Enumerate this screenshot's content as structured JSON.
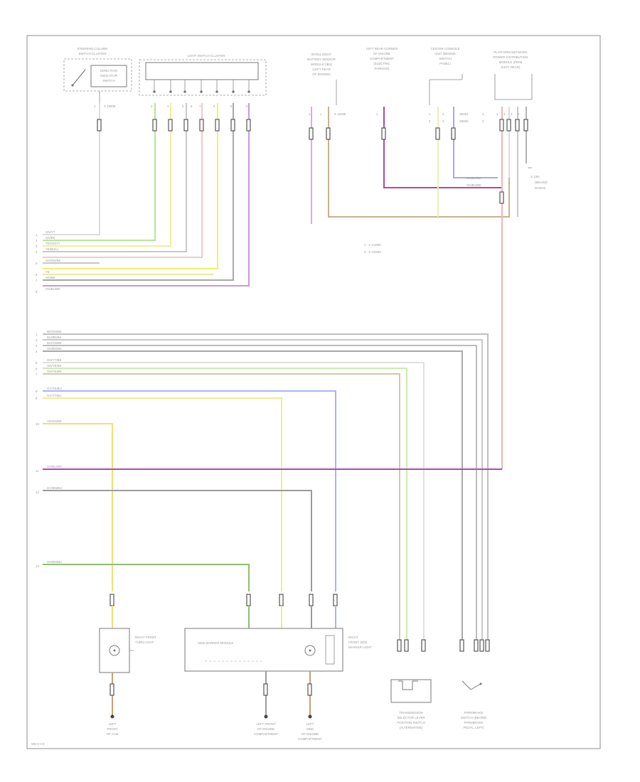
{
  "diagram": {
    "type": "wiring-diagram",
    "footer_code": "WD 0 0 0"
  },
  "top_left": {
    "switch_caption": [
      "STEERING COLUMN",
      "SWITCH CLUSTER"
    ],
    "switch_inner": [
      "DIRECTION",
      "INDICATOR",
      "SWITCH"
    ],
    "switch_pin": "X 10808",
    "module_caption": "LIGHT SWITCH CLUSTER",
    "module_pins": [
      "3",
      "4",
      "5",
      "6",
      "7",
      "8",
      "9",
      "10"
    ],
    "wire_labels": [
      "GN/YT",
      "GN/BK",
      "YE/GN/YT",
      "YE/BU/LI",
      "GN/GN/BK",
      "YE",
      "GN/BK",
      "GN/BU/BK"
    ],
    "wire_pins": [
      "1",
      "2",
      "3",
      "4",
      "5",
      "6",
      "7",
      "8"
    ]
  },
  "top_right": {
    "captions": [
      [
        "INTELLIGENT",
        "BATTERY SENSOR",
        "MODULE (IBS)",
        "(LEFT REAR",
        "OF ENGINE)"
      ],
      [
        "LEFT REAR CORNER",
        "OF ENGINE",
        "COMPARTMENT",
        "(ELECTRIC",
        "PARKING)"
      ],
      [
        "CENTER CONSOLE",
        "UNIT (BEHIND",
        "SWITCH",
        "PANEL)"
      ],
      [
        "PLATFORM NETWORK",
        "POWER DISTRIBUTION",
        "MODULE (PDM)",
        "(LEFT REAR)"
      ]
    ],
    "connector_labels": [
      "X 10295",
      "X8001",
      "X8002"
    ],
    "wire_labels": [
      "GN/BU/BK",
      "GN/BU/BK"
    ],
    "right_note": [
      "X 1/54",
      "(BEHIND",
      "RADIO)"
    ],
    "legend": [
      "1 : X 1/1959",
      "2 : X 1/2969"
    ]
  },
  "middle_wires": {
    "pins": [
      "1",
      "2",
      "3",
      "4",
      "5",
      "6",
      "7"
    ],
    "labels": [
      "BK/GN/BK",
      "BU/BN/BK",
      "BU/GN/BK",
      "GN/BN/BK",
      "GN/YT/BK",
      "GN/YE/BK",
      "GN/YE/BK"
    ],
    "blue_labels": [
      "GY/YE/BU",
      "GY/YT/BU"
    ],
    "blue_pins": [
      "8",
      "9"
    ],
    "yellow_label": "YE/GN/BK",
    "yellow_pin": "10",
    "magenta_label": "GN/BU/BK",
    "magenta_pin": "11",
    "gray_label": "GY/BN/BU",
    "gray_pin": "12",
    "green_label": "GN/BN/BU",
    "green_pin": "13"
  },
  "bottom": {
    "front_turn_caption": [
      "RIGHT FRONT",
      "TURN LIGHT"
    ],
    "module_label": "SIDE MARKER MODULE",
    "front_side_caption": [
      "RIGHT",
      "FRONT SIDE",
      "MARKER LIGHT"
    ],
    "ground_captions": [
      [
        "LEFT",
        "FRONT",
        "OF CAB"
      ],
      [
        "LEFT FRONT",
        "OF ENGINE",
        "COMPARTMENT"
      ],
      [
        "LEFT",
        "SIDE",
        "OF ENGINE",
        "COMPARTMENT"
      ]
    ],
    "right_captions": [
      [
        "TRANSMISSION",
        "SELECTOR LEVER",
        "POSITION SWITCH",
        "(ALTERNATING)"
      ],
      [
        "PARKBRAKE",
        "SWITCH (BEHIND",
        "PARKBRAKE",
        "PEDAL, LEFT)"
      ]
    ]
  }
}
